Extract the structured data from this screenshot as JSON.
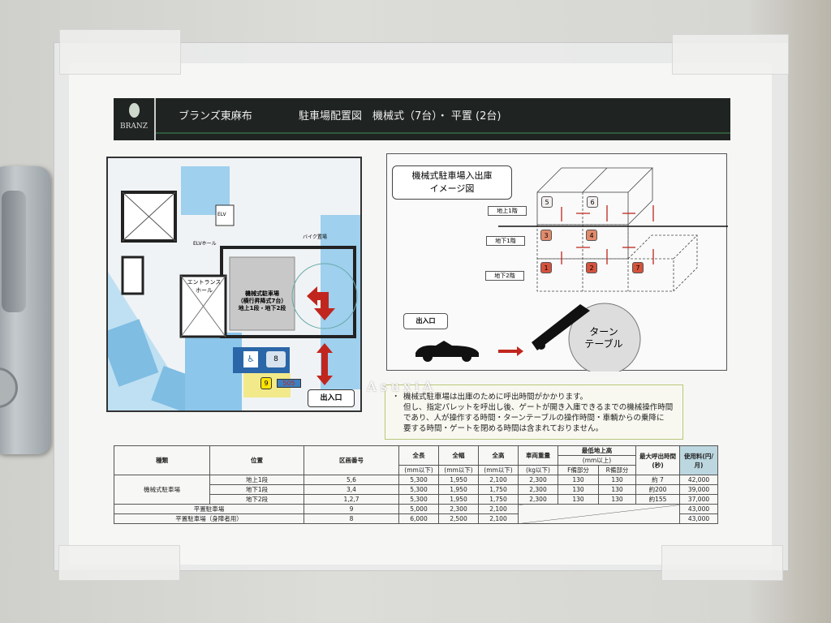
{
  "header": {
    "logo": "BRANZ",
    "building": "ブランズ東麻布",
    "title": "駐車場配置図　機械式（7台）・ 平置 (2台)"
  },
  "floor_plan": {
    "mech_label": [
      "機械式駐車場",
      "（横行昇降式7台）",
      "地上1段・地下2段"
    ],
    "entrance_hall": "エントランスホール",
    "elv": "ELV",
    "elv_hall": "ELVホール",
    "bike": "バイク置場",
    "space_8": "8",
    "space_9": "9",
    "space_505": "505",
    "exit": "出入口"
  },
  "image_diagram": {
    "title": [
      "機械式駐車場入出庫",
      "イメージ図"
    ],
    "levels": [
      "地上1階",
      "地下1階",
      "地下2階"
    ],
    "pallets": [
      "5",
      "6",
      "3",
      "4",
      "1",
      "2",
      "7"
    ],
    "exit": "出入口",
    "turntable": [
      "ターン",
      "テーブル"
    ]
  },
  "watermark": "AsuxiA",
  "note": {
    "bullet": "・",
    "lines": [
      "機械式駐車場は出庫のために呼出時間がかかります。",
      "但し、指定パレットを呼出し後、ゲートが開き入庫できるまでの機械操作時間",
      "であり、人が操作する時間・ターンテーブルの操作時間・車輌からの乗降に",
      "要する時間・ゲートを閉める時間は含まれておりません。"
    ]
  },
  "table": {
    "headers": {
      "type": "種類",
      "position": "位置",
      "number": "区画番号",
      "length": "全長",
      "width": "全幅",
      "height": "全高",
      "weight": "車両重量",
      "clearance": "最低地上高",
      "clearance_unit": "(mm以上)",
      "front": "F備部分",
      "rear": "R備部分",
      "call_time": "最大呼出時間(秒)",
      "fee": "使用料(円/月)",
      "mm": "(mm以下)",
      "kg": "(kg以下)"
    },
    "mech_type": "機械式駐車場",
    "rows": [
      {
        "pos": "地上1段",
        "no": "5,6",
        "l": "5,300",
        "w": "1,950",
        "h": "2,100",
        "kg": "2,300",
        "f": "130",
        "r": "130",
        "t": "約 7",
        "fee": "42,000"
      },
      {
        "pos": "地下1段",
        "no": "3,4",
        "l": "5,300",
        "w": "1,950",
        "h": "1,750",
        "kg": "2,300",
        "f": "130",
        "r": "130",
        "t": "約200",
        "fee": "39,000"
      },
      {
        "pos": "地下2段",
        "no": "1,2,7",
        "l": "5,300",
        "w": "1,950",
        "h": "1,750",
        "kg": "2,300",
        "f": "130",
        "r": "130",
        "t": "約155",
        "fee": "37,000"
      }
    ],
    "flat": [
      {
        "type": "平置駐車場",
        "no": "9",
        "l": "5,000",
        "w": "2,300",
        "h": "2,100",
        "fee": "43,000"
      },
      {
        "type": "平置駐車場（身障者用）",
        "no": "8",
        "l": "6,000",
        "w": "2,500",
        "h": "2,100",
        "fee": "43,000"
      }
    ]
  }
}
